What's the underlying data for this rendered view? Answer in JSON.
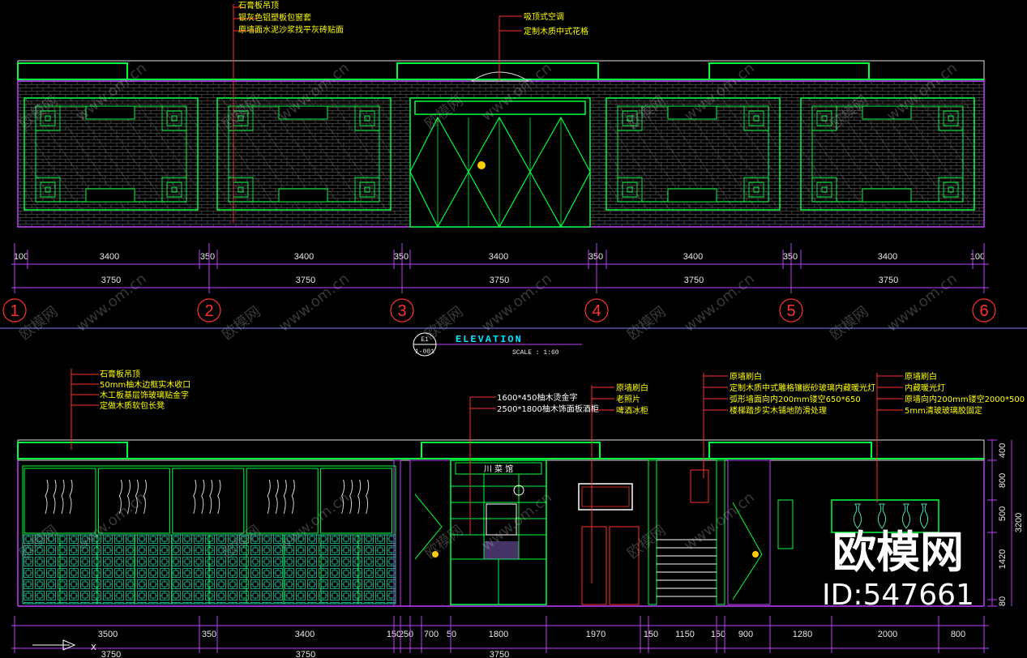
{
  "drawing": {
    "title": "ELEVATION",
    "scale_label": "SCALE  :  1:60",
    "marker_top": "E1",
    "marker_bottom": "1-001"
  },
  "elevation_top": {
    "annotations_left": [
      "石膏板吊顶",
      "银灰色铝塑板包窗套",
      "原墙面水泥沙浆找平灰砖贴面"
    ],
    "annotations_center": [
      "吸顶式空调",
      "定制木质中式花格"
    ],
    "dimensions_row1": [
      "100",
      "3400",
      "350",
      "3400",
      "350",
      "3400",
      "350",
      "3400",
      "350",
      "3400",
      "100"
    ],
    "dimensions_row2": [
      "3750",
      "3750",
      "3750",
      "3750",
      "3750"
    ],
    "axis_labels": [
      "1",
      "2",
      "3",
      "4",
      "5",
      "6"
    ]
  },
  "elevation_bottom": {
    "annotations_left": [
      "石膏板吊顶",
      "50mm柚木边框实木收口",
      "木工板基层饰玻璃贴金字",
      "定做木质软包长凳"
    ],
    "annotations_bar": [
      "1600*450柚木烫金字",
      "2500*1800柚木饰面板酒柜"
    ],
    "annotations_mid": [
      "原墙刷白",
      "老照片",
      "啤酒冰柜"
    ],
    "annotations_right1": [
      "原墙刷白",
      "定制木质中式雕格镶嵌砂玻璃内藏暖光灯",
      "弧形墙面向内200mm镂空650*650",
      "楼梯踏步实木铺地防滑处理"
    ],
    "annotations_right2": [
      "原墙刷白",
      "内藏暖光灯",
      "原墙向内200mm镂空2000*500",
      "5mm清玻玻璃胶固定"
    ],
    "bar_sign": "川 菜 馆",
    "dimensions_row": [
      "3500",
      "350",
      "3400",
      "150",
      "250",
      "700",
      "50",
      "1800",
      "1970",
      "150",
      "1150",
      "150",
      "900",
      "1280",
      "2000",
      "800"
    ],
    "dimensions_row2": [
      "3750",
      "3750",
      "3750"
    ],
    "height_dims": [
      "400",
      "800",
      "500",
      "1420",
      "80",
      "3200"
    ]
  },
  "watermark": {
    "text": "www.om.cn",
    "brand": "欧模网",
    "logo": "欧模网",
    "id": "ID:547661"
  },
  "colors": {
    "background": "#000000",
    "green": "#00ff40",
    "magenta": "#c040ff",
    "white": "#ffffff",
    "yellow": "#ffff00",
    "red": "#ff3030",
    "cyan": "#00e0ff"
  }
}
